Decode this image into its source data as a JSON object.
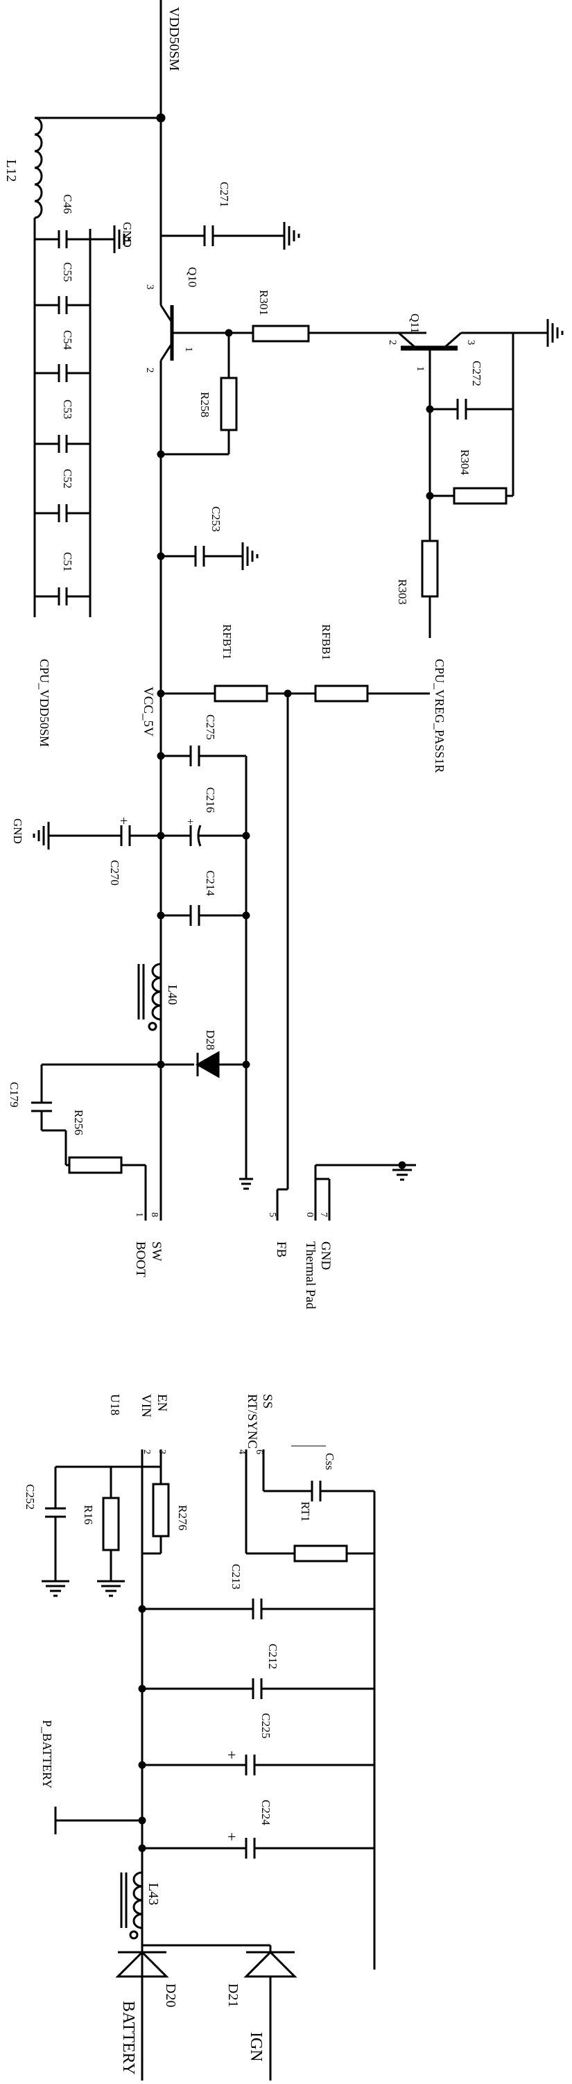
{
  "nets": {
    "vdd": "VDD50SM",
    "cpu_vdd": "CPU_VDD50SM",
    "gnd": "GND",
    "vcc": "VCC_5V",
    "cpu_vreg": "CPU_VREG_PASS1R",
    "battery": "BATTERY",
    "ign": "IGN",
    "p_battery": "P_BATTERY"
  },
  "refs": {
    "L12": "L12",
    "C46": "C46",
    "C55": "C55",
    "C54": "C54",
    "C53": "C53",
    "C52": "C52",
    "C51": "C51",
    "C271": "C271",
    "Q10": "Q10",
    "R301": "R301",
    "Q11": "Q11",
    "R258": "R258",
    "C272": "C272",
    "R304": "R304",
    "R303": "R303",
    "C253": "C253",
    "RFBT1": "RFBT1",
    "RFBB1": "RFBB1",
    "C275": "C275",
    "C216": "C216",
    "C270": "C270",
    "C214": "C214",
    "L40": "L40",
    "D28": "D28",
    "C179": "C179",
    "R256": "R256",
    "U18": "U18",
    "C252": "C252",
    "R16": "R16",
    "R276": "R276",
    "C213": "C213",
    "RT1": "RT1",
    "CSS": "Css",
    "C212": "C212",
    "C225": "C225",
    "C224": "C224",
    "L43": "L43",
    "D20": "D20",
    "D21": "D21"
  },
  "pins": {
    "boot": "BOOT",
    "sw": "SW",
    "fb": "FB",
    "thermal_pad": "Thermal Pad",
    "gnd": "GND",
    "vin": "VIN",
    "en": "EN",
    "rt_sync": "RT/SYNC",
    "ss": "SS",
    "p1": "1",
    "p2": "2",
    "p3": "3",
    "p4": "4",
    "p5": "5",
    "p6": "6",
    "p7": "7",
    "p8": "8",
    "p0": "0"
  }
}
